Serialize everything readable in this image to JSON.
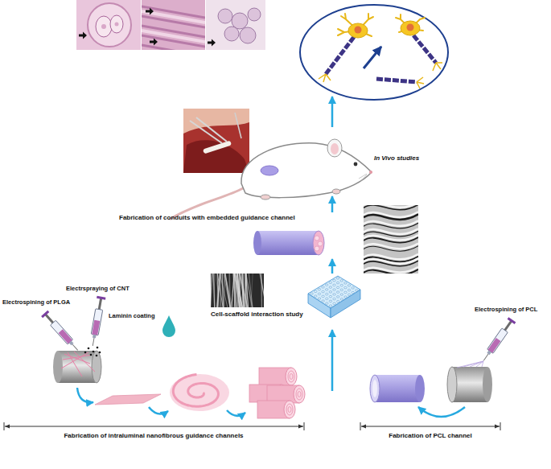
{
  "diagram": {
    "nodes": [
      {
        "text": [
          "In Vivo studies"
        ]
      },
      {
        "text": [
          "Fabrication of conduits with embedded guidance channel"
        ]
      },
      {
        "text": [
          "Cell-scaffold interaction study"
        ]
      }
    ],
    "edges": [
      {
        "from": 2,
        "to": 1,
        "arrow": "to"
      },
      {
        "from": 1,
        "to": 0,
        "arrow": "to"
      }
    ],
    "labels": [
      "Electrspraying of CNT",
      "Electrospining of PLGA",
      "Laminin coating",
      "Electrospining of PCL",
      "Fabrication of intraluminal nanofibrous guidance channels",
      "Fabrication of PCL channel"
    ]
  }
}
